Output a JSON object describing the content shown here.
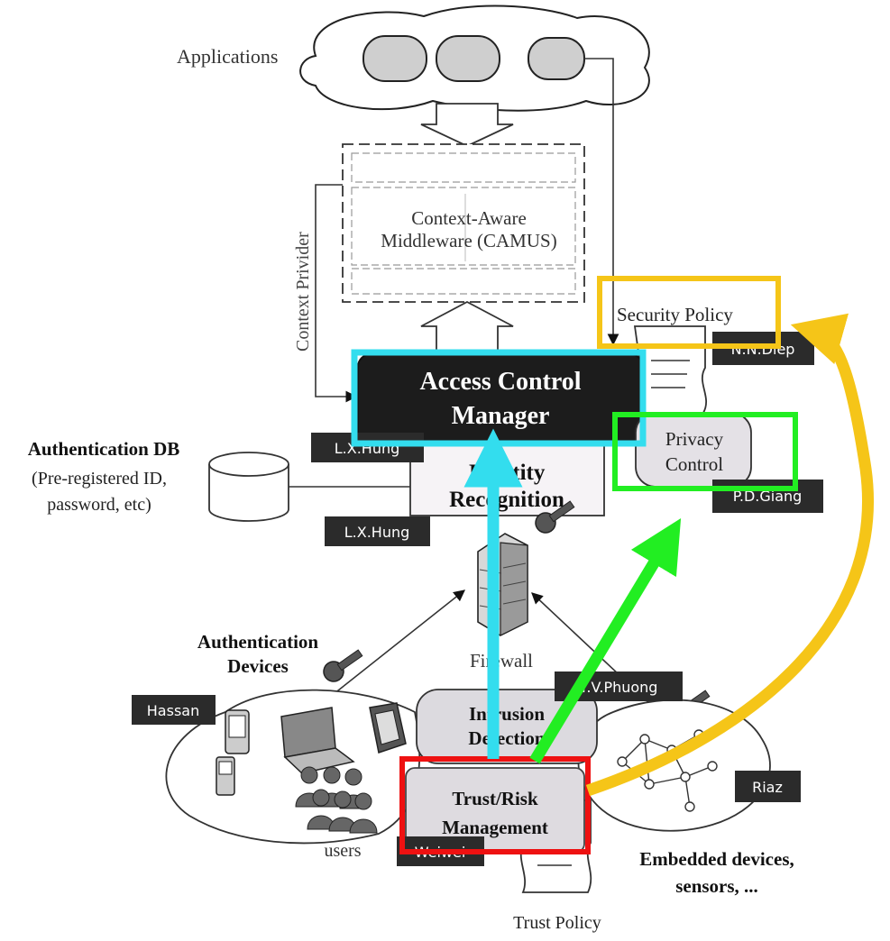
{
  "applications": {
    "label": "Applications"
  },
  "middleware": {
    "line1": "Context-Aware",
    "line2": "Middleware (CAMUS)"
  },
  "context_provider": {
    "label": "Context Privider"
  },
  "security_policy": {
    "label": "Security Policy"
  },
  "access_control": {
    "line1": "Access Control",
    "line2": "Manager"
  },
  "identity": {
    "line1": "Identity",
    "line2": "Recognition"
  },
  "privacy": {
    "line1": "Privacy",
    "line2": "Control"
  },
  "auth_db": {
    "title": "Authentication DB",
    "line2": "(Pre-registered ID,",
    "line3": "password, etc)"
  },
  "firewall": {
    "label": "Firewall"
  },
  "auth_devices": {
    "line1": "Authentication",
    "line2": "Devices"
  },
  "users": {
    "label": "users"
  },
  "intrusion": {
    "line1": "Intrusion",
    "line2": "Detection"
  },
  "trust_risk": {
    "line1": "Trust/Risk",
    "line2": "Management"
  },
  "embedded": {
    "line1": "Embedded devices,",
    "line2": "sensors, ..."
  },
  "trust_policy": {
    "label": "Trust Policy"
  },
  "name_tags": {
    "nndiep": "N.N.Diep",
    "lxhung_top": "L.X.Hung",
    "lxhung_bottom": "L.X.Hung",
    "pdgiang": "P.D.Giang",
    "tvphuong": "T.V.Phuong",
    "hassan": "Hassan",
    "riaz": "Riaz",
    "weiwei": "Weiwei"
  },
  "colors": {
    "cyan": "#33ddee",
    "green": "#22ee22",
    "yellow": "#f5c518",
    "red": "#ee1111",
    "dark_box": "#1c1c1c",
    "tag_bg": "#2b2b2b",
    "light_fill": "#e4e1e6"
  }
}
